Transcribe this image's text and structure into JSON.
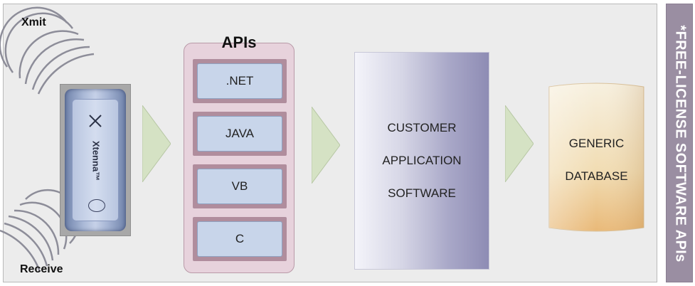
{
  "labels": {
    "xmit": "Xmit",
    "receive": "Receive"
  },
  "reader": {
    "brand": "Xtenna™"
  },
  "apis": {
    "title": "APIs",
    "items": [
      ".NET",
      "JAVA",
      "VB",
      "C"
    ]
  },
  "customer_app": {
    "lines": [
      "CUSTOMER",
      "APPLICATION",
      "SOFTWARE"
    ]
  },
  "database": {
    "lines": [
      "GENERIC",
      "DATABASE"
    ]
  },
  "side_banner": {
    "text": "*FREE-LICENSE SOFTWARE APIs"
  },
  "colors": {
    "panel_bg": "#ececec",
    "arrow_fill": "#d5e2c4",
    "api_panel": "#e7d2dc",
    "api_box": "#c8d5ea",
    "banner": "#9a8ea2",
    "database_top": "#f7f0df",
    "database_bottom": "#e9b978"
  },
  "icons": {
    "waves": "radio-waves-icon",
    "reader_logo": "xtenna-logo-icon",
    "arrow": "triangle-right-arrow"
  }
}
